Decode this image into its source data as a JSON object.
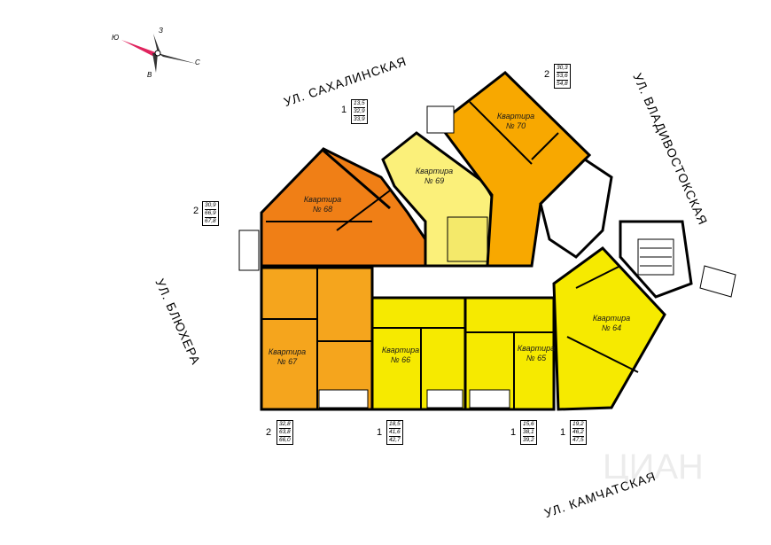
{
  "streets": {
    "sakhalinskaya": "УЛ. САХАЛИНСКАЯ",
    "vladivostokskaya": "УЛ. ВЛАДИВОСТОКСКАЯ",
    "blyukhera": "УЛ. БЛЮХЕРА",
    "kamchatskaya": "УЛ. КАМЧАТСКАЯ"
  },
  "compass": {
    "north": "З",
    "east": "С",
    "south": "В",
    "west": "Ю"
  },
  "apartments": [
    {
      "label": "Квартира",
      "number": "№ 68",
      "rooms": "2",
      "areas": [
        "30,9",
        "66,9",
        "67,8"
      ],
      "color": "#f07f16"
    },
    {
      "label": "Квартира",
      "number": "№ 69",
      "rooms": "1",
      "areas": [
        "13,5",
        "32,9",
        "33,9"
      ],
      "color": "#fbf07a"
    },
    {
      "label": "Квартира",
      "number": "№ 70",
      "rooms": "2",
      "areas": [
        "30,3",
        "53,6",
        "54,8"
      ],
      "color": "#f8a800"
    },
    {
      "label": "Квартира",
      "number": "№ 67",
      "rooms": "2",
      "areas": [
        "32,8",
        "63,8",
        "66,0"
      ],
      "color": "#f5a51d"
    },
    {
      "label": "Квартира",
      "number": "№ 66",
      "rooms": "1",
      "areas": [
        "18,5",
        "41,6",
        "42,7"
      ],
      "color": "#f6ea00"
    },
    {
      "label": "Квартира",
      "number": "№ 65",
      "rooms": "1",
      "areas": [
        "15,6",
        "38,1",
        "39,2"
      ],
      "color": "#f6ea00"
    },
    {
      "label": "Квартира",
      "number": "№ 64",
      "rooms": "1",
      "areas": [
        "19,2",
        "46,2",
        "47,5"
      ],
      "color": "#f6ea00"
    }
  ],
  "watermark": "ЦИАН"
}
